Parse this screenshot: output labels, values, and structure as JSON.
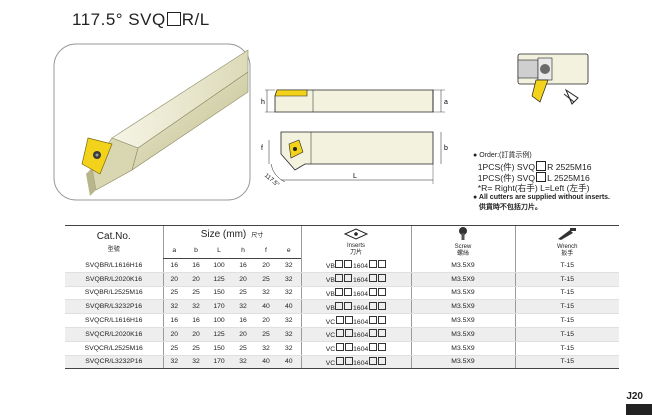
{
  "title": {
    "prefix": "117.5°  SVQ",
    "suffix": "R/L"
  },
  "drawing": {
    "dim_h": "h",
    "dim_a": "a",
    "dim_f": "f",
    "dim_b": "b",
    "dim_L": "L",
    "angle": "117.5°"
  },
  "order": {
    "line1": "Order:(訂貨示例)",
    "line2_pre": "1PCS(件) SVQ",
    "line2_post": "R 2525M16",
    "line3_pre": "1PCS(件) SVQ",
    "line3_post": "L 2525M16",
    "line4": "*R= Right(右手)  L=Left (左手)",
    "line5": "All cutters are supplied without inserts.",
    "line6": "供貨時不包括刀片。"
  },
  "table": {
    "catno": "Cat.No.",
    "catno_sub": "型號",
    "size": "Size (mm)",
    "size_sub": "尺寸",
    "cols": [
      "a",
      "b",
      "L",
      "h",
      "f",
      "e"
    ],
    "inserts": "Inserts",
    "inserts_sub": "刀片",
    "screw": "Screw",
    "screw_sub": "螺絲",
    "wrench": "Wrench",
    "wrench_sub": "扳手",
    "rows": [
      {
        "cat": "SVQBR/L1616H16",
        "a": "16",
        "b": "16",
        "L": "100",
        "h": "16",
        "f": "20",
        "e": "32",
        "insert_pre": "VB",
        "insert_mid": "1604",
        "screw": "M3.5X9",
        "wrench": "T-15"
      },
      {
        "cat": "SVQBR/L2020K16",
        "a": "20",
        "b": "20",
        "L": "125",
        "h": "20",
        "f": "25",
        "e": "32",
        "insert_pre": "VB",
        "insert_mid": "1604",
        "screw": "M3.5X9",
        "wrench": "T-15"
      },
      {
        "cat": "SVQBR/L2525M16",
        "a": "25",
        "b": "25",
        "L": "150",
        "h": "25",
        "f": "32",
        "e": "32",
        "insert_pre": "VB",
        "insert_mid": "1604",
        "screw": "M3.5X9",
        "wrench": "T-15"
      },
      {
        "cat": "SVQBR/L3232P16",
        "a": "32",
        "b": "32",
        "L": "170",
        "h": "32",
        "f": "40",
        "e": "40",
        "insert_pre": "VB",
        "insert_mid": "1604",
        "screw": "M3.5X9",
        "wrench": "T-15"
      },
      {
        "cat": "SVQCR/L1616H16",
        "a": "16",
        "b": "16",
        "L": "100",
        "h": "16",
        "f": "20",
        "e": "32",
        "insert_pre": "VC",
        "insert_mid": "1604",
        "screw": "M3.5X9",
        "wrench": "T-15"
      },
      {
        "cat": "SVQCR/L2020K16",
        "a": "20",
        "b": "20",
        "L": "125",
        "h": "20",
        "f": "25",
        "e": "32",
        "insert_pre": "VC",
        "insert_mid": "1604",
        "screw": "M3.5X9",
        "wrench": "T-15"
      },
      {
        "cat": "SVQCR/L2525M16",
        "a": "25",
        "b": "25",
        "L": "150",
        "h": "25",
        "f": "32",
        "e": "32",
        "insert_pre": "VC",
        "insert_mid": "1604",
        "screw": "M3.5X9",
        "wrench": "T-15"
      },
      {
        "cat": "SVQCR/L3232P16",
        "a": "32",
        "b": "32",
        "L": "170",
        "h": "32",
        "f": "40",
        "e": "40",
        "insert_pre": "VC",
        "insert_mid": "1604",
        "screw": "M3.5X9",
        "wrench": "T-15"
      }
    ]
  },
  "page": "J20",
  "colors": {
    "insert_yellow": "#f2d21a",
    "holder_olive": "#c9c79a",
    "holder_light": "#ecebd3"
  }
}
